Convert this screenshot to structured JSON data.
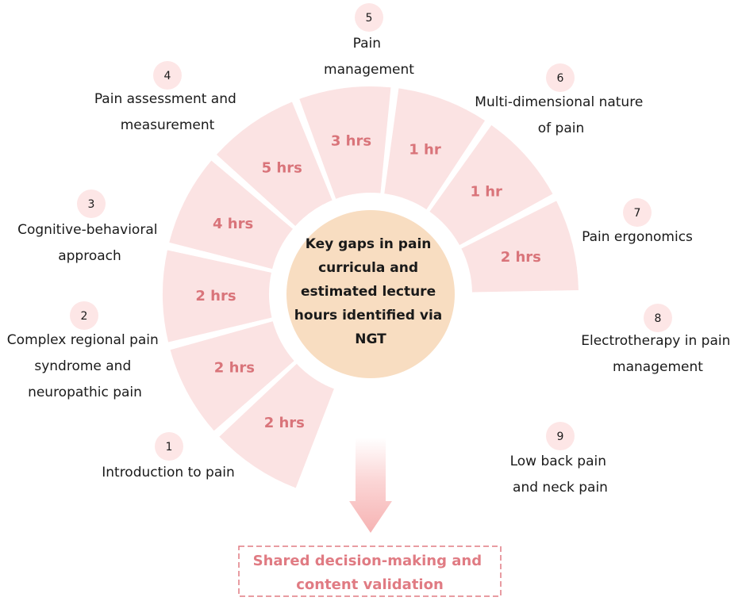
{
  "center": {
    "lines": [
      "Key gaps in pain",
      "curricula and",
      "estimated lecture",
      "hours identified via",
      "NGT"
    ]
  },
  "segments": [
    {
      "number": "1",
      "hours": "2 hrs",
      "label_lines": [
        "Introduction to pain"
      ]
    },
    {
      "number": "2",
      "hours": "2 hrs",
      "label_lines": [
        "Complex regional pain",
        "syndrome and",
        "neuropathic pain"
      ]
    },
    {
      "number": "3",
      "hours": "2 hrs",
      "label_lines": [
        "Cognitive-behavioral",
        "approach"
      ]
    },
    {
      "number": "4",
      "hours": "4 hrs",
      "label_lines": [
        "Pain assessment and",
        "measurement"
      ]
    },
    {
      "number": "5",
      "hours": "5 hrs",
      "label_lines": [
        "Pain",
        "management"
      ]
    },
    {
      "number": "6",
      "hours": "3 hrs",
      "label_lines": [
        "Multi-dimensional nature",
        "of pain"
      ]
    },
    {
      "number": "7",
      "hours": "1 hr",
      "label_lines": [
        "Pain ergonomics"
      ]
    },
    {
      "number": "8",
      "hours": "1 hr",
      "label_lines": [
        "Electrotherapy in pain",
        "management"
      ]
    },
    {
      "number": "9",
      "hours": "2 hrs",
      "label_lines": [
        "Low back pain",
        "and neck pain"
      ]
    }
  ],
  "outcome": {
    "lines": [
      "Shared decision-making and",
      "content validation"
    ]
  },
  "colors": {
    "segment_fill": "#fbe3e3",
    "hours_text": "#d9747a",
    "center_fill": "#f8ddc1",
    "number_circle": "#fde6e6",
    "arrow": "#f6bcbc",
    "outcome_border": "#e07b83",
    "outcome_text": "#e07b83"
  }
}
